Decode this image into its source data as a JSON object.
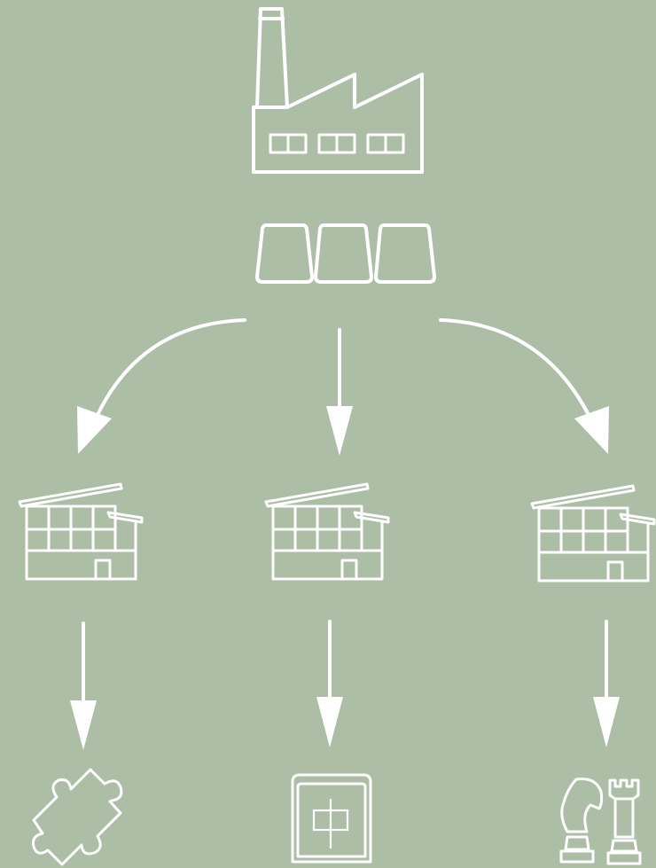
{
  "diagram": {
    "background_color": "#adbea6",
    "stroke_color": "#ffffff",
    "nodes": [
      {
        "id": "source-factory",
        "icon": "factory-icon"
      },
      {
        "id": "raw-material-blocks",
        "icon": "blocks-icon",
        "count": 3
      },
      {
        "id": "plant-left",
        "icon": "plant-icon"
      },
      {
        "id": "plant-middle",
        "icon": "plant-icon"
      },
      {
        "id": "plant-right",
        "icon": "plant-icon"
      },
      {
        "id": "product-puzzle",
        "icon": "puzzle-piece-icon"
      },
      {
        "id": "product-mahjong",
        "icon": "mahjong-tile-icon",
        "glyph": "中"
      },
      {
        "id": "product-chess",
        "icon": "chess-pieces-icon"
      }
    ],
    "edges": [
      {
        "from": "raw-material-blocks",
        "to": "plant-left"
      },
      {
        "from": "raw-material-blocks",
        "to": "plant-middle"
      },
      {
        "from": "raw-material-blocks",
        "to": "plant-right"
      },
      {
        "from": "plant-left",
        "to": "product-puzzle"
      },
      {
        "from": "plant-middle",
        "to": "product-mahjong"
      },
      {
        "from": "plant-right",
        "to": "product-chess"
      }
    ]
  }
}
